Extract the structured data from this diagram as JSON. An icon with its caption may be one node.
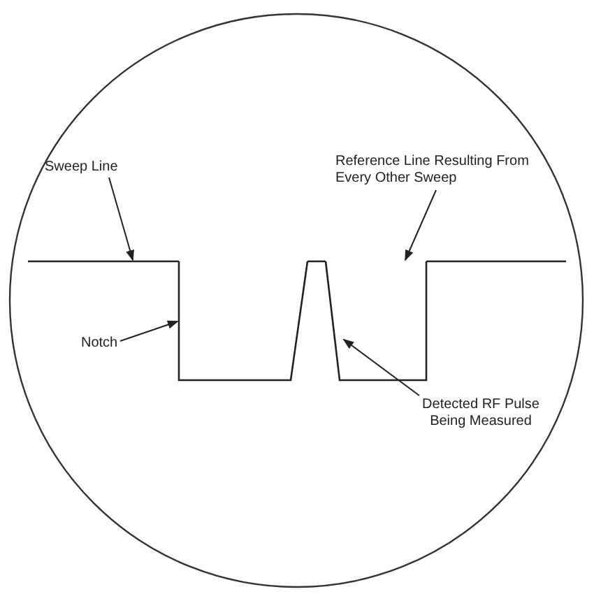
{
  "diagram": {
    "nodes": [
      {
        "text": [
          "Sweep Line"
        ]
      },
      {
        "text": [
          "Reference Line Resulting From Every Other Sweep"
        ]
      },
      {
        "text": [
          "Notch"
        ]
      },
      {
        "text": [
          "Detected RF Pulse Being Measured"
        ]
      },
      {
        "text": [],
        "shape": "line"
      },
      {
        "text": [],
        "shape": "line"
      },
      {
        "text": [],
        "shape": "line"
      }
    ],
    "edges": [
      {
        "from": 0,
        "to": 4,
        "arrow": "to"
      },
      {
        "from": 1,
        "to": 4,
        "arrow": "to"
      },
      {
        "from": 2,
        "to": 5,
        "arrow": "to"
      },
      {
        "from": 3,
        "to": 6,
        "arrow": "to"
      }
    ]
  }
}
